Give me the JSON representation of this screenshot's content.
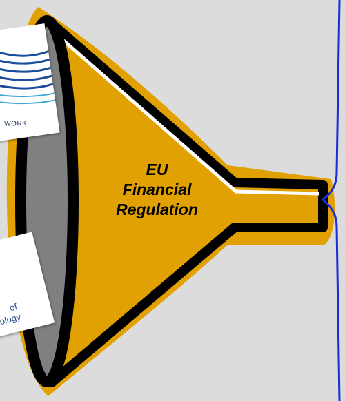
{
  "diagram": {
    "title_lines": [
      "EU",
      "Financial",
      "Regulation"
    ]
  },
  "logos": {
    "top_card_text": "WORK",
    "bottom_card_lines": [
      "of",
      "nology"
    ]
  },
  "colors": {
    "background": "#dcdcdc",
    "funnel_gold": "#e2a102",
    "funnel_outline": "#000000",
    "funnel_mouth": "#808080",
    "bracket_blue": "#1a2ed8"
  }
}
